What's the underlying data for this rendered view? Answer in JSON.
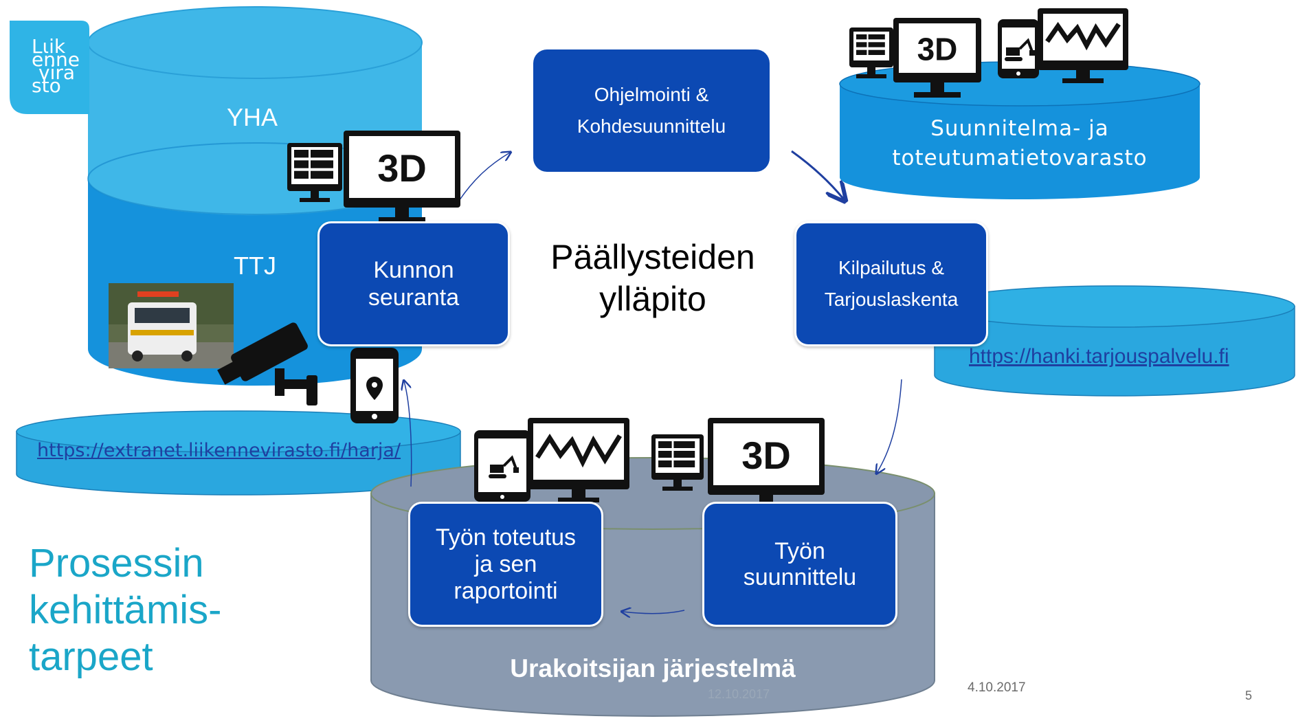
{
  "logo": {
    "lines": [
      "Lιik",
      "enne",
      "vira",
      "sto"
    ],
    "colors": {
      "bg": "#2fb4e6",
      "text": "#ffffff"
    }
  },
  "databases": {
    "left_top_label": "YHA",
    "left_bottom_label": "TTJ",
    "left_link": "https://extranet.liikennevirasto.fi/harja/",
    "right_top_lines": [
      "Suunnitelma- ja",
      "toteutumatietovarasto"
    ],
    "right_middle_link": "https://hanki.tarjouspalvelu.fi",
    "bottom_label": "Urakoitsijan järjestelmä"
  },
  "center_title_lines": [
    "Päällysteiden",
    "ylläpito"
  ],
  "process_boxes": {
    "ohjelmointi": [
      "Ohjelmointi &",
      "Kohdesuunnittelu"
    ],
    "kilpailutus": [
      "Kilpailutus &",
      "Tarjouslaskenta"
    ],
    "kunnon": [
      "Kunnon",
      "seuranta"
    ],
    "tyon_suunnittelu": [
      "Työn",
      "suunnittelu"
    ],
    "tyon_toteutus": [
      "Työn toteutus",
      "ja sen",
      "raportointi"
    ]
  },
  "icons": {
    "screen_3d_label": "3D"
  },
  "side_title_lines": [
    "Prosessin",
    "kehittämis-",
    "tarpeet"
  ],
  "footer": {
    "date_faint": "12.10.2017",
    "date": "4.10.2017",
    "page": "5"
  },
  "colors": {
    "dark_box": "#0c49b3",
    "cyan": "#29a8dc",
    "db_blue": "#1592dc",
    "db_grey": "#8a9ab0",
    "side_title": "#1aa6c8"
  }
}
